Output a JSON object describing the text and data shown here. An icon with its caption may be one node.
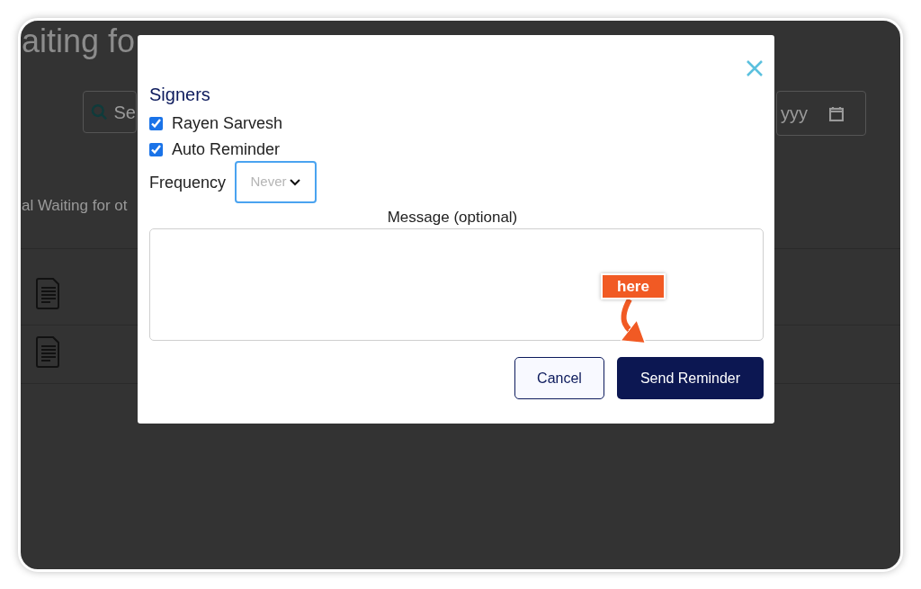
{
  "diagram": {
    "nodes": [
      {
        "text": [
          "here"
        ]
      },
      {
        "text": [
          "Send Reminder"
        ]
      }
    ],
    "edges": [
      {
        "from": 0,
        "to": 1,
        "arrow": "to",
        "color": "#f15a24"
      }
    ],
    "labels": [
      "aiting fo",
      "Se",
      "yyy",
      "al Waiting for ot",
      "Signers",
      "Rayen Sarvesh",
      "Auto Reminder",
      "Frequency",
      "Never",
      "Message (optional)",
      "Cancel"
    ]
  }
}
